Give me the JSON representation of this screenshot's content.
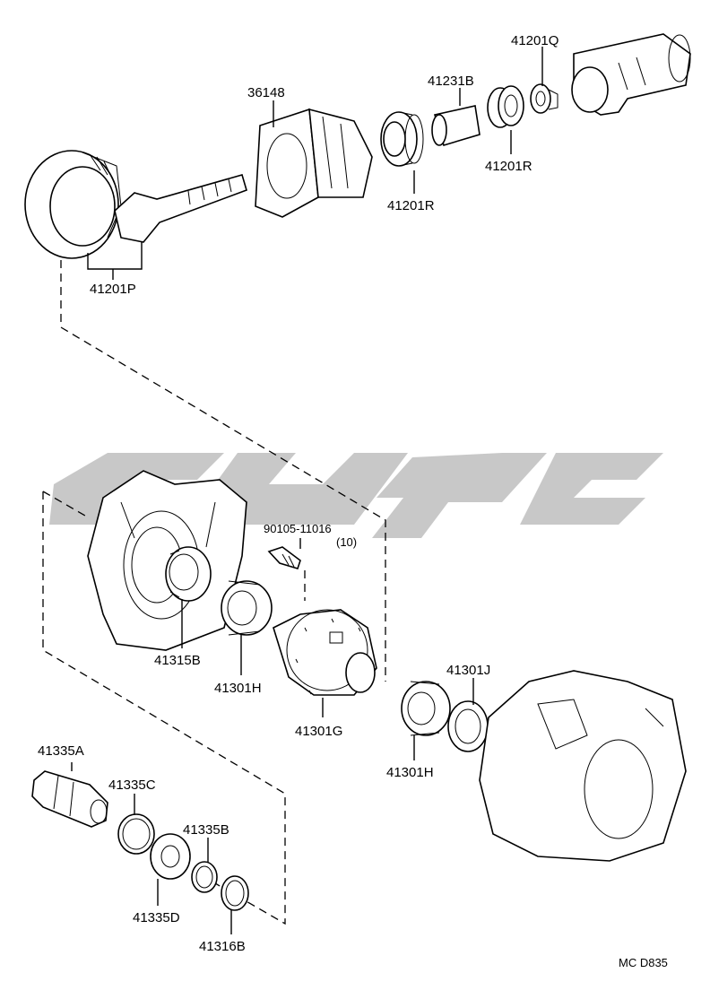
{
  "labels": {
    "p41201Q": "41201Q",
    "p41231B": "41231B",
    "p36148": "36148",
    "p41201R_a": "41201R",
    "p41201R_b": "41201R",
    "p41201P": "41201P",
    "p90105": "90105-11016",
    "p90105_qty": "(10)",
    "p41315B": "41315B",
    "p41301H_a": "41301H",
    "p41301G": "41301G",
    "p41301J": "41301J",
    "p41301H_b": "41301H",
    "p41335A": "41335A",
    "p41335C": "41335C",
    "p41335B": "41335B",
    "p41335D": "41335D",
    "p41316B": "41316B",
    "code": "MC D835"
  },
  "colors": {
    "line": "#000000",
    "watermark": "#9a9a9a",
    "background": "#ffffff"
  }
}
